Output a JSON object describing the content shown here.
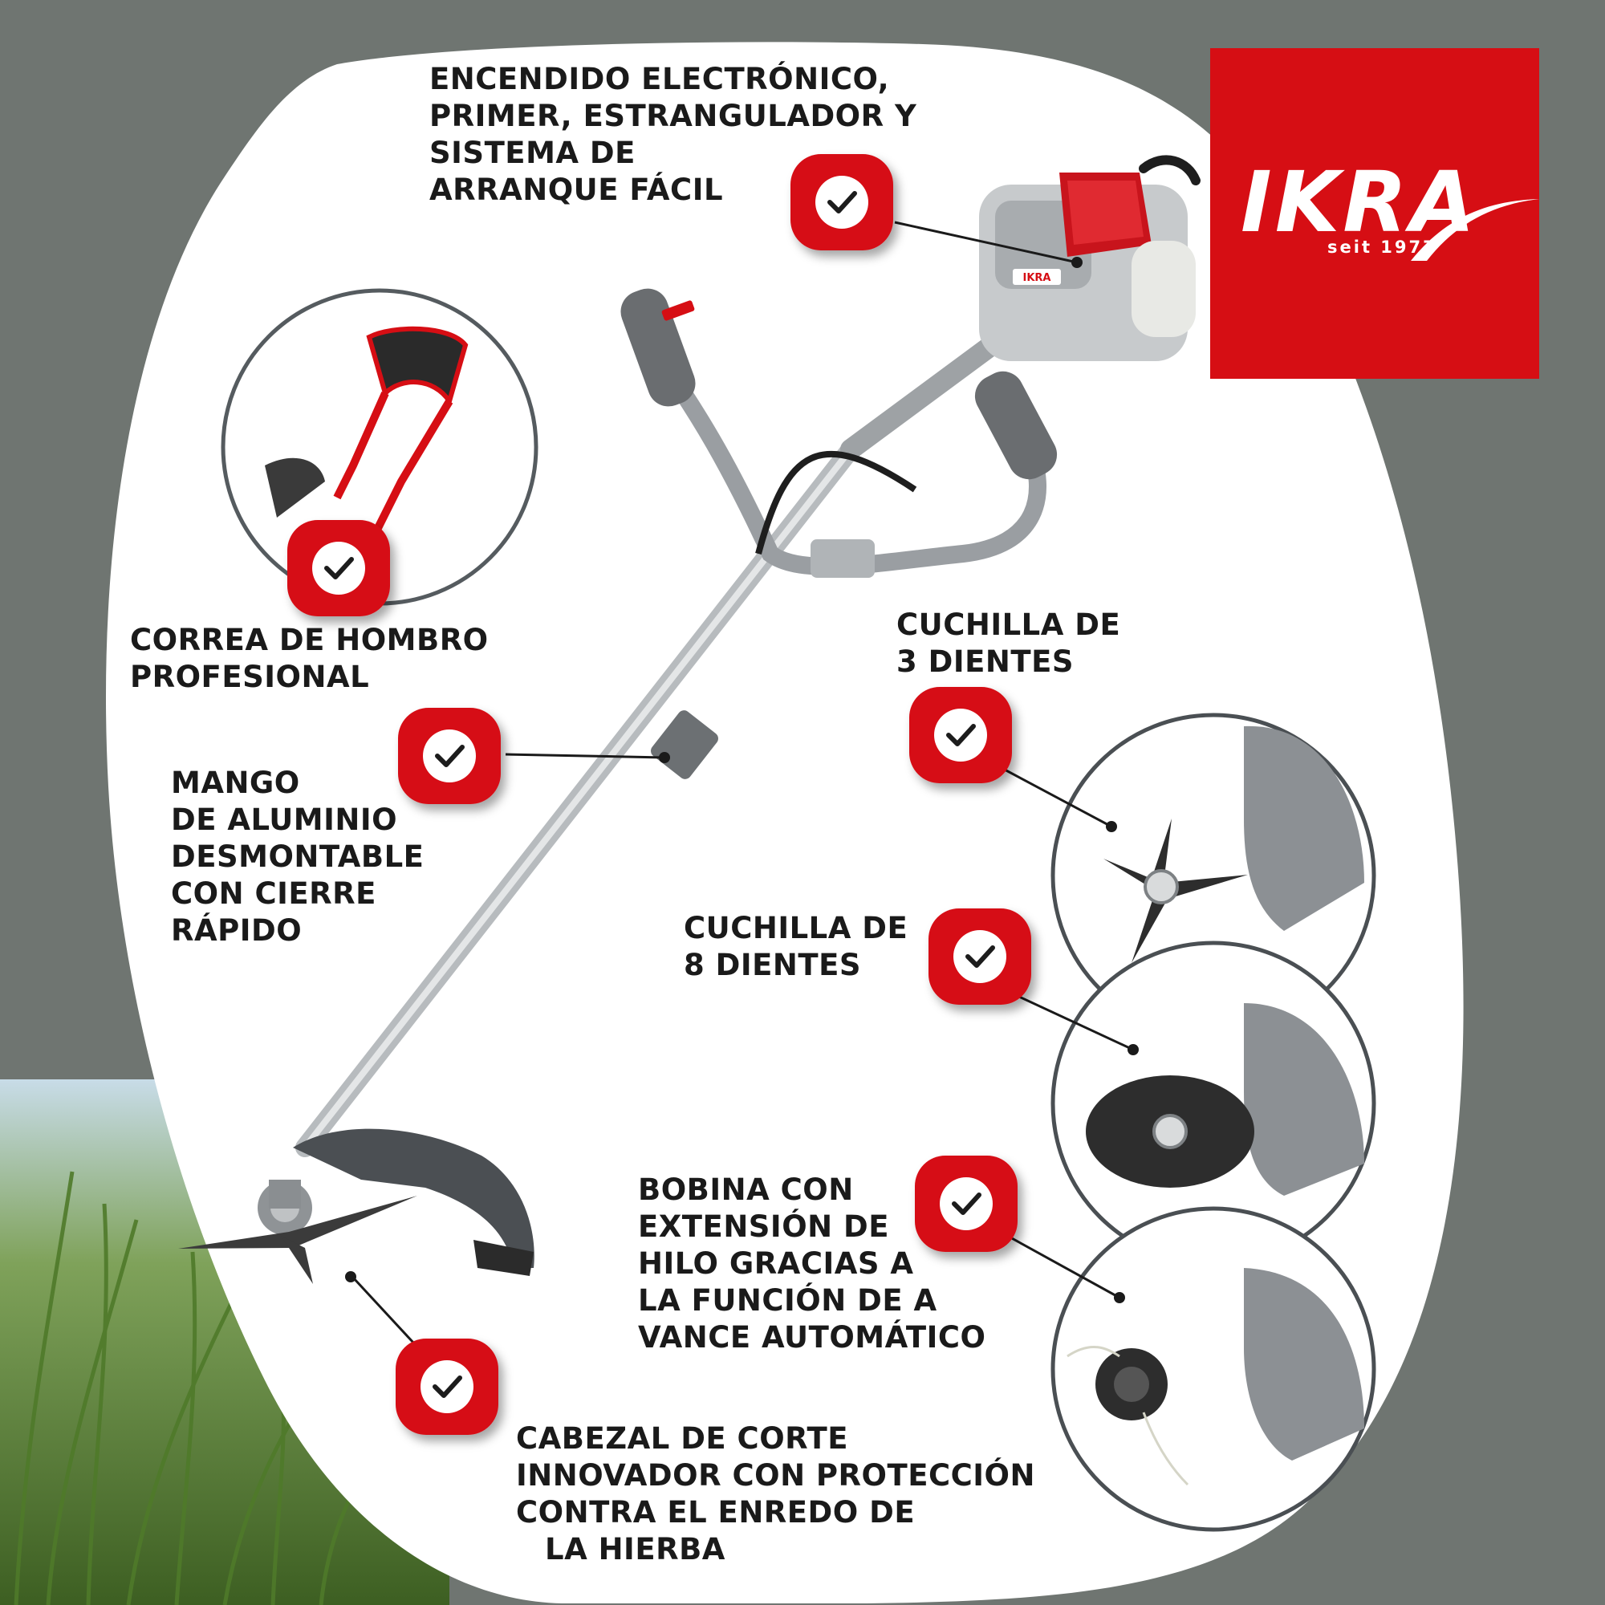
{
  "brand": {
    "name": "IKRA",
    "tagline": "seit 1977",
    "color": "#d60e14"
  },
  "colors": {
    "background": "#6f7571",
    "panel": "#ffffff",
    "badge": "#d60e14",
    "text": "#1a1a1a"
  },
  "features": {
    "ignition": [
      "ENCENDIDO ELECTRÓNICO,",
      "PRIMER, ESTRANGULADOR Y",
      "SISTEMA DE",
      "ARRANQUE FÁCIL"
    ],
    "strap": [
      "CORREA DE HOMBRO",
      "PROFESIONAL"
    ],
    "shaft": [
      "MANGO",
      "DE ALUMINIO",
      "DESMONTABLE",
      "CON CIERRE",
      "RÁPIDO"
    ],
    "blade3": [
      "CUCHILLA DE",
      "3 DIENTES"
    ],
    "blade8": [
      "CUCHILLA DE",
      "8 DIENTES"
    ],
    "spool": [
      "BOBINA CON",
      "EXTENSIÓN DE",
      "HILO GRACIAS A",
      "LA FUNCIÓN DE A",
      "VANCE AUTOMÁTICO"
    ],
    "head": [
      "CABEZAL DE CORTE",
      "INNOVADOR CON PROTECCIÓN",
      "CONTRA EL ENREDO DE",
      "LA HIERBA"
    ]
  },
  "icons": {
    "badge": "check-icon"
  }
}
